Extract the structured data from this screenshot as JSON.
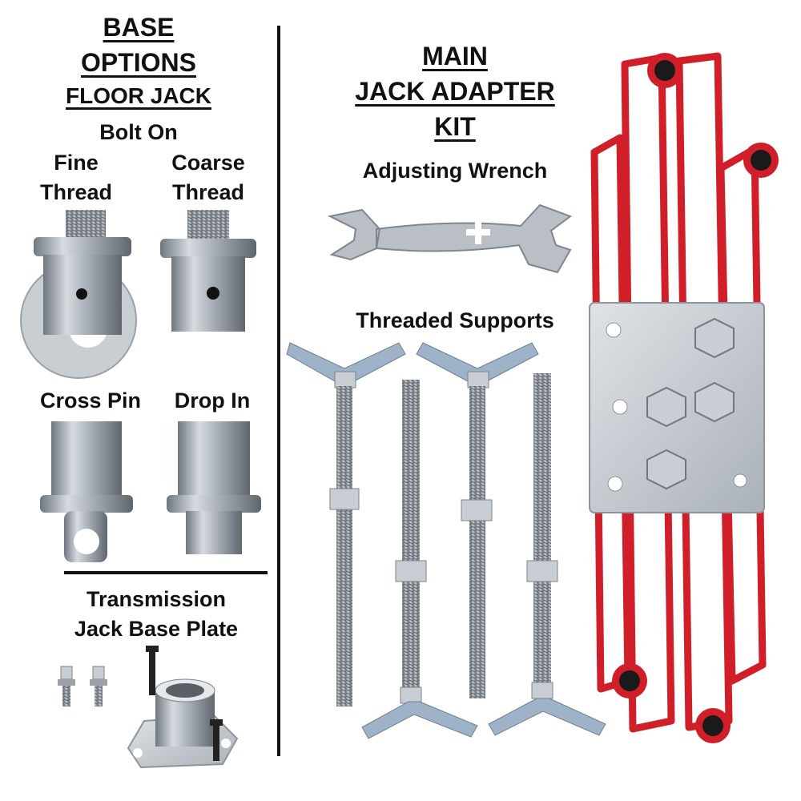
{
  "left": {
    "heading_line1": "BASE",
    "heading_line2": "OPTIONS",
    "subheading": "FLOOR JACK",
    "bolt_on": "Bolt On",
    "fine_line1": "Fine",
    "fine_line2": "Thread",
    "coarse_line1": "Coarse",
    "coarse_line2": "Thread",
    "cross_pin": "Cross Pin",
    "drop_in": "Drop In",
    "trans_line1": "Transmission",
    "trans_line2": "Jack Base Plate"
  },
  "right": {
    "heading_line1": "MAIN",
    "heading_line2": "JACK ADAPTER",
    "heading_line3": "KIT",
    "wrench_label": "Adjusting Wrench",
    "supports_label": "Threaded Supports"
  },
  "colors": {
    "steel": "#a9b0b8",
    "steel_dark": "#6f7780",
    "red": "#d11f2a",
    "zinc": "#c8ced4"
  }
}
